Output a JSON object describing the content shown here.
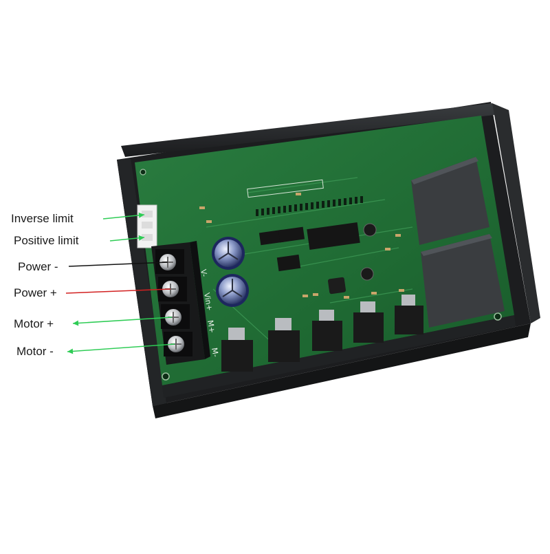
{
  "callouts": [
    {
      "key": "inverse_limit",
      "label": "Inverse limit",
      "line_color": "#2ecc55"
    },
    {
      "key": "positive_limit",
      "label": "Positive limit",
      "line_color": "#2ecc55"
    },
    {
      "key": "power_minus",
      "label": "Power -",
      "line_color": "#111111"
    },
    {
      "key": "power_plus",
      "label": "Power +",
      "line_color": "#d22020"
    },
    {
      "key": "motor_plus",
      "label": "Motor +",
      "line_color": "#2ecc55"
    },
    {
      "key": "motor_minus",
      "label": "Motor -",
      "line_color": "#2ecc55"
    }
  ],
  "terminal_markings": [
    "V-",
    "Vin+",
    "M+",
    "M-"
  ],
  "colors": {
    "pcb_green": "#1f6a33",
    "enclosure": "#2a2c2e",
    "relay": "#3a3d40"
  }
}
